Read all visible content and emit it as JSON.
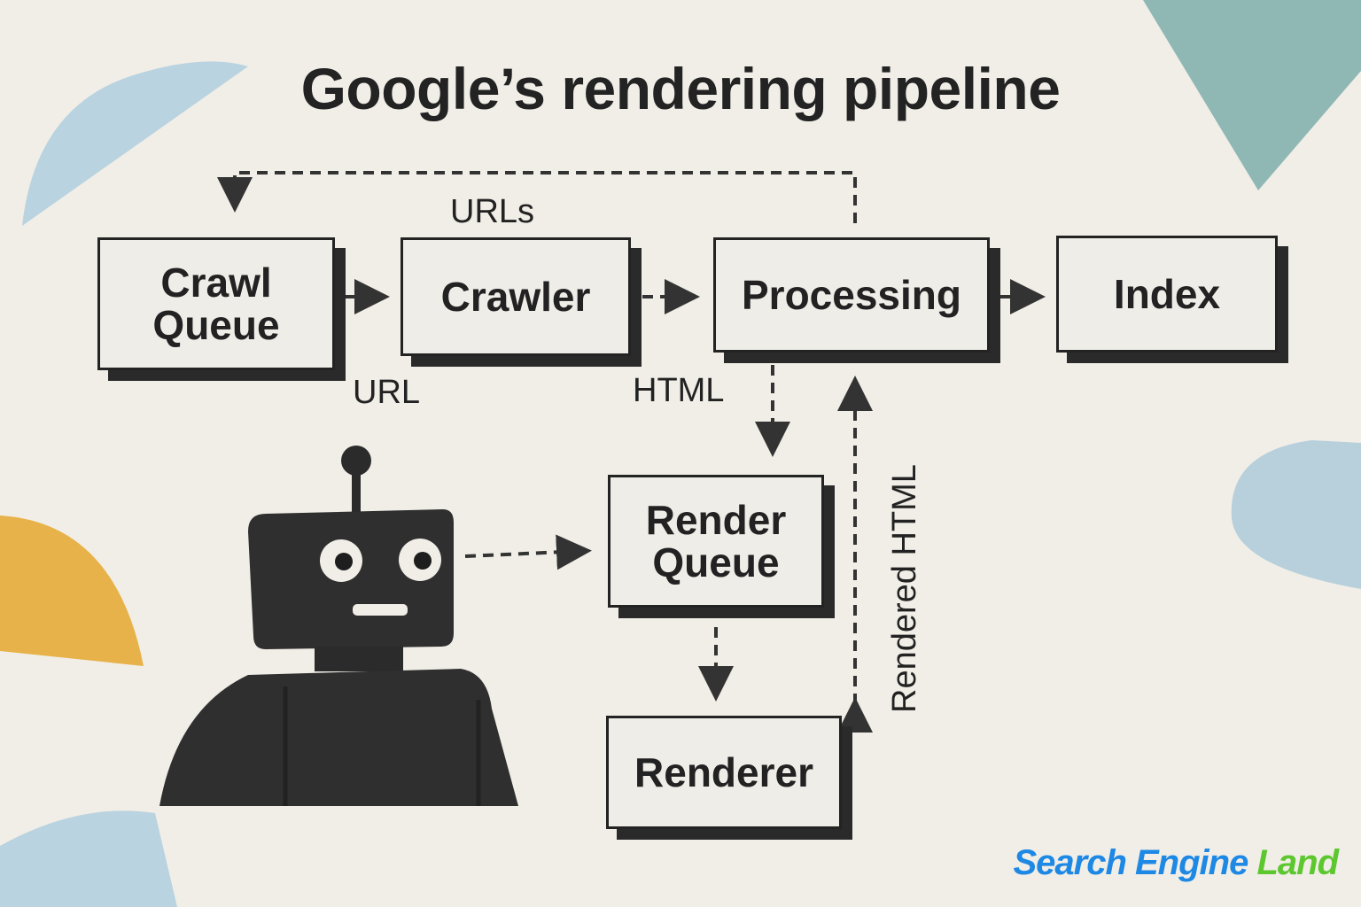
{
  "diagram": {
    "title": "Google’s rendering pipeline",
    "nodes": {
      "crawl_queue": "Crawl\nQueue",
      "crawler": "Crawler",
      "processing": "Processing",
      "index": "Index",
      "render_queue": "Render\nQueue",
      "renderer": "Renderer"
    },
    "edge_labels": {
      "urls": "URLs",
      "url": "URL",
      "html": "HTML",
      "rendered_html": "Rendered HTML"
    }
  },
  "brand": {
    "logo_part1": "Search Engine",
    "logo_part2": "Land",
    "colors": {
      "blue": "#1e88e5",
      "green": "#5cc72e"
    }
  },
  "decor": {
    "shape_colors": [
      "#b9d3e0",
      "#e8b24a",
      "#8fb8b5",
      "#b7d0dc"
    ]
  }
}
